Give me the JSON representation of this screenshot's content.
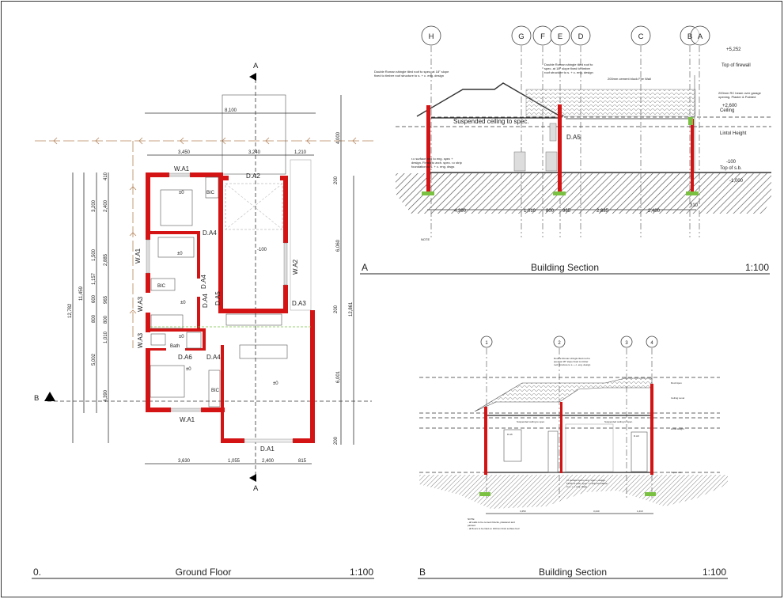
{
  "ground_floor": {
    "title_number": "0.",
    "title": "Ground Floor",
    "scale": "1:100",
    "section_markers": {
      "a": "A",
      "b": "B"
    },
    "labels": {
      "w_a1_top": "W.A1",
      "bic_1": "BIC",
      "d_a2": "D.A2",
      "lvl_bed1": "±0",
      "d_a4_1": "D.A4",
      "w_a1_left": "W.A1",
      "lvl_bed2": "±0",
      "lvl_garage": "-100",
      "w_a2": "W.A2",
      "bic_2": "BIC",
      "d_a4_2": "D.A4",
      "d_a5": "D.A5",
      "w_a3_1": "W.A3",
      "lvl_wc": "±0",
      "d_a4_3": "D.A4",
      "d_a3": "D.A3",
      "w_a3_2": "W.A3",
      "lvl_bath": "±0",
      "bath": "Bath",
      "d_a6": "D.A6",
      "d_a4_4": "D.A4",
      "lvl_bed3": "±0",
      "bic_3": "BIC",
      "lvl_living": "±0",
      "w_a1_bottom": "W.A1",
      "d_a1": "D.A1"
    },
    "dims_top": [
      "8,100",
      "3,450",
      "3,240",
      "1,210"
    ],
    "dims_bottom": [
      "3,630",
      "1,055",
      "2,400",
      "815"
    ],
    "dims_left": [
      "12,782",
      "11,459",
      "3,200",
      "1,500",
      "1,157",
      "600",
      "800",
      "5,002",
      "410",
      "2,400",
      "2,885",
      "965",
      "800",
      "1,010",
      "4,390"
    ],
    "dims_right": [
      "4,000",
      "200",
      "6,060",
      "200",
      "6,001",
      "200",
      "12,861"
    ]
  },
  "section_a": {
    "marker": "A",
    "title": "Building Section",
    "scale": "1:100",
    "grid": [
      "H",
      "G",
      "F",
      "E",
      "D",
      "C",
      "B",
      "A"
    ],
    "notes": {
      "roof_left": [
        "Double Roman shingle tiled roof to spec. at 18° slope",
        "fixed to timber roof structure to s. + c. eng. design"
      ],
      "roof_right": [
        "Double Roman shingle tiled roof to",
        "spec. at 18° slope fixed to timber",
        "roof structure to s. + c. eng. design"
      ],
      "fire_wall": "200mm cement block Fire Wall",
      "beam": [
        "200mm RC beam over garage",
        "opening. Plaster & Painted"
      ],
      "ceiling": "Suspended ceiling to spec.",
      "slab": [
        "r.c surface bed to eng. spec +",
        "design. Finish to arch. spec. r.c strip",
        "foundation to s. + c. eng. dwgs"
      ],
      "note": "NOTE",
      "door": "D.A5"
    },
    "levels": {
      "firewall_value": "+5,252",
      "firewall_label": "Top of firewall",
      "ceiling_value": "+2,600",
      "ceiling_label": "Ceiling",
      "lintol_label": "Lintol Height",
      "sb_value": "-100",
      "sb_label": "Top of s.b.",
      "found_value": "-1,000"
    },
    "dims": [
      "4,390",
      "1,010",
      "800",
      "965",
      "2,885",
      "2,400",
      "310"
    ]
  },
  "section_b": {
    "marker": "B",
    "title": "Building Section",
    "scale": "1:100",
    "grid": [
      "1",
      "2",
      "3",
      "4"
    ],
    "notes": {
      "roof": [
        "Double Roman shingle tiled roof to",
        "spec. at 18° slope fixed to timber",
        "roof structure to s. + c. eng. design"
      ],
      "ceiling_left": "Suspended ceiling to spec.",
      "ceiling_right": "Suspended ceiling to spec.",
      "slab": [
        "r.c surface bed to eng. spec + design.",
        "Finish to arch. spec. r.c strip foundation",
        "to s. + c. eng. dwgs"
      ],
      "note": [
        "NOTE:",
        "- all walls to be cement blocks, plastered and",
        "painted",
        "- all floors to be tiled on 100mm thick surface bed"
      ],
      "door_left": "D.A6",
      "door_right": "D.A3"
    },
    "levels": {
      "roof_apex": "Roof Apex",
      "ceiling_level": "Ceiling Level",
      "lintol_height": "Lintol Height",
      "top_sb": "Top of s.b."
    },
    "dims": [
      "3,450",
      "3,240",
      "1,210"
    ]
  },
  "colors": {
    "wall": "#d41414",
    "footing": "#7ac142",
    "setout": "#b5845a"
  }
}
